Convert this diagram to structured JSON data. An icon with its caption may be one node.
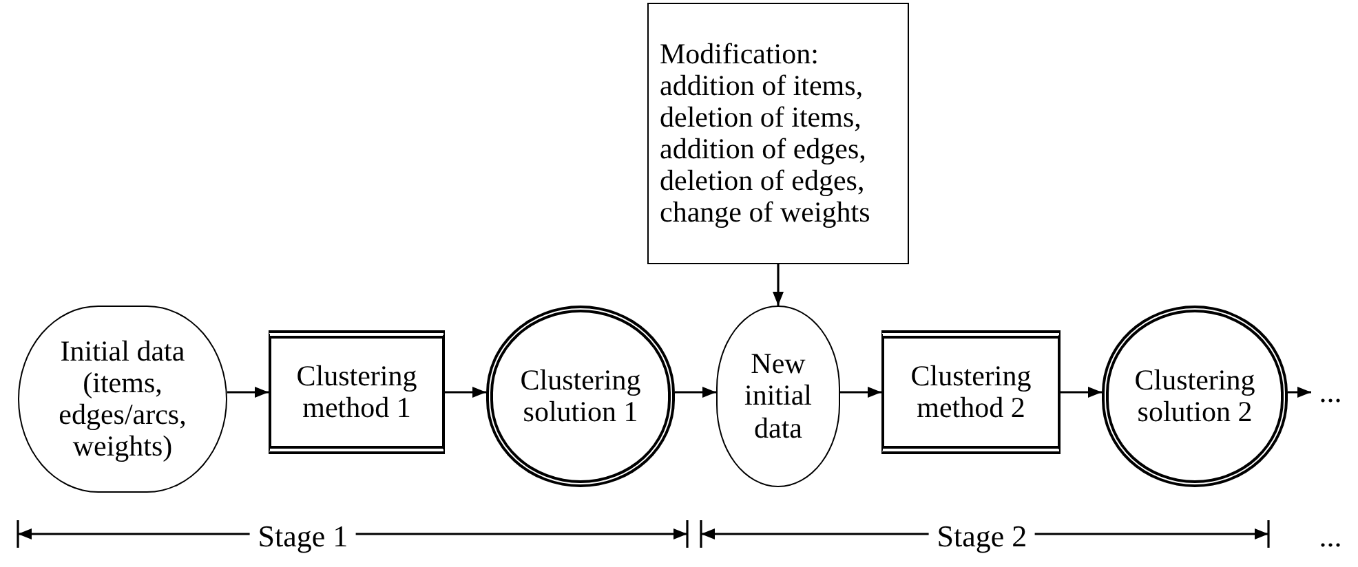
{
  "diagram": {
    "nodes": [
      {
        "text": [
          "Modification:",
          "addition of items, deletion of items, addition of edges, deletion of edges, change of weights"
        ]
      },
      {
        "text": [
          "Initial data (items, edges/arcs, weights)"
        ]
      },
      {
        "text": [
          "Clustering method 1"
        ]
      },
      {
        "text": [
          "Clustering solution 1"
        ]
      },
      {
        "text": [
          "New initial data"
        ]
      },
      {
        "text": [
          "Clustering method 2"
        ]
      },
      {
        "text": [
          "Clustering solution 2"
        ]
      },
      {
        "text": [
          "..."
        ]
      }
    ],
    "edges": [
      {
        "from": 0,
        "to": 4,
        "arrow": "to"
      },
      {
        "from": 1,
        "to": 2,
        "arrow": "to"
      },
      {
        "from": 2,
        "to": 3,
        "arrow": "to"
      },
      {
        "from": 3,
        "to": 4,
        "arrow": "to"
      },
      {
        "from": 4,
        "to": 5,
        "arrow": "to"
      },
      {
        "from": 5,
        "to": 6,
        "arrow": "to"
      },
      {
        "from": 6,
        "to": 7,
        "arrow": "to"
      }
    ],
    "labels": [
      "Stage 1",
      "Stage 2",
      "..."
    ]
  }
}
